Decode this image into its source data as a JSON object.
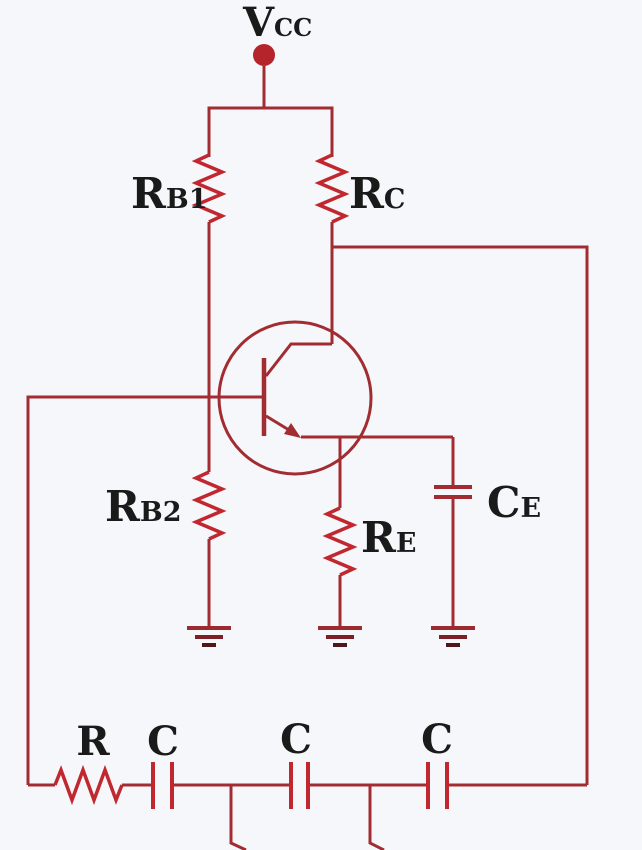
{
  "colors": {
    "background": "#f6f7fa",
    "wire": "#a12c31",
    "resistor": "#c1272f",
    "terminal_dot": "#b5242b",
    "text": "#1a1a1a",
    "ground_bars": [
      "#9c2a31",
      "#7a2026",
      "#4f171b"
    ]
  },
  "power": {
    "type": "supply-terminal",
    "label_main": "V",
    "label_sub": "CC"
  },
  "components": {
    "rb1": {
      "type": "resistor",
      "label_main": "R",
      "label_sub": "B1"
    },
    "rc": {
      "type": "resistor",
      "label_main": "R",
      "label_sub": "C"
    },
    "rb2": {
      "type": "resistor",
      "label_main": "R",
      "label_sub": "B2"
    },
    "re": {
      "type": "resistor",
      "label_main": "R",
      "label_sub": "E"
    },
    "ce": {
      "type": "capacitor",
      "label_main": "C",
      "label_sub": "E"
    },
    "transistor": {
      "type": "npn-bjt-in-circle"
    },
    "ground_symbols": 3
  },
  "phase_shift_network": {
    "r": {
      "type": "resistor",
      "label": "R"
    },
    "c1": {
      "type": "capacitor",
      "label": "C"
    },
    "c2": {
      "type": "capacitor",
      "label": "C"
    },
    "c3": {
      "type": "capacitor",
      "label": "C"
    }
  }
}
